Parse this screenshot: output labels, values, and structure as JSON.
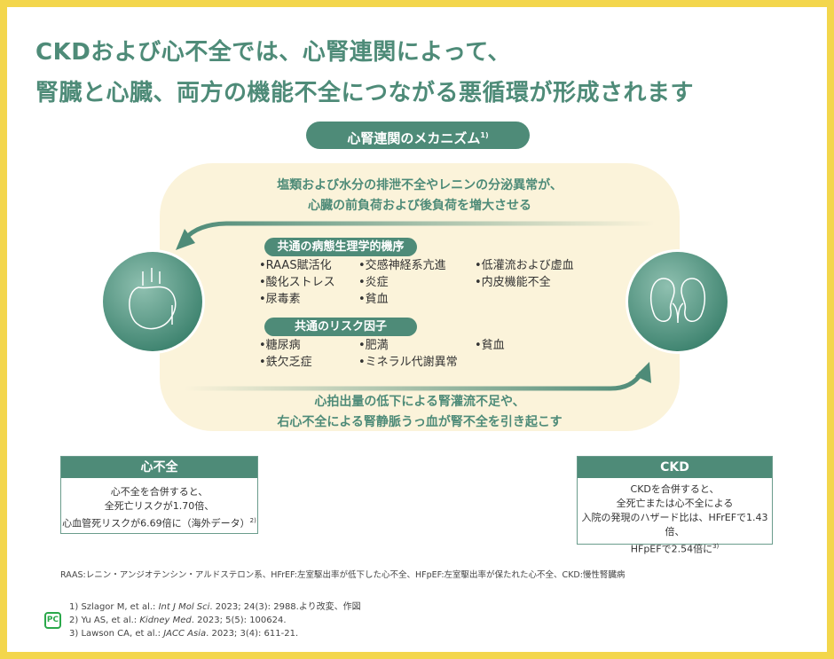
{
  "title": {
    "line1": "CKDおよび心不全では、心腎連関によって、",
    "line2": "腎臓と心臓、両方の機能不全につながる悪循環が形成されます"
  },
  "mechanism_pill": {
    "label": "心腎連関のメカニズム",
    "sup": "1)"
  },
  "top_text": {
    "line1": "塩類および水分の排泄不全やレニンの分泌異常が、",
    "line2": "心臓の前負荷および後負荷を増大させる"
  },
  "bottom_text": {
    "line1": "心拍出量の低下による腎灌流不足や、",
    "line2": "右心不全による腎静脈うっ血が腎不全を引き起こす"
  },
  "pathophysiology": {
    "label": "共通の病態生理学的機序",
    "col1": [
      "•RAAS賦活化",
      "•酸化ストレス",
      "•尿毒素"
    ],
    "col2": [
      "•交感神経系亢進",
      "•炎症",
      "•貧血"
    ],
    "col3": [
      "•低灌流および虚血",
      "•内皮機能不全"
    ]
  },
  "risk_factors": {
    "label": "共通のリスク因子",
    "col1": [
      "•糖尿病",
      "•鉄欠乏症"
    ],
    "col2": [
      "•肥満",
      "•ミネラル代謝異常"
    ],
    "col3": [
      "•貧血"
    ]
  },
  "hf_box": {
    "header": "心不全",
    "lines": [
      "心不全を合併すると、",
      "全死亡リスクが1.70倍、",
      "心血管死リスクが6.69倍に（海外データ）"
    ],
    "sup": "2)"
  },
  "ckd_box": {
    "header": "CKD",
    "lines": [
      "CKDを合併すると、",
      "全死亡または心不全による",
      "入院の発現のハザード比は、HFrEFで1.43倍、",
      "HFpEFで2.54倍に"
    ],
    "sup": "3)"
  },
  "abbreviations": "RAAS:レニン・アンジオテンシン・アルドステロン系、HFrEF:左室駆出率が低下した心不全、HFpEF:左室駆出率が保たれた心不全、CKD:慢性腎臓病",
  "references": [
    {
      "pre": "1) Szlagor M, et al.: ",
      "journal": "Int J Mol Sci",
      "post": ". 2023; 24(3): 2988.より改変、作図"
    },
    {
      "pre": "2) Yu AS, et al.: ",
      "journal": "Kidney Med",
      "post": ". 2023; 5(5): 100624."
    },
    {
      "pre": "3) Lawson CA, et al.: ",
      "journal": "JACC Asia",
      "post": ". 2023; 3(4): 611-21."
    }
  ],
  "logo": "PC"
}
